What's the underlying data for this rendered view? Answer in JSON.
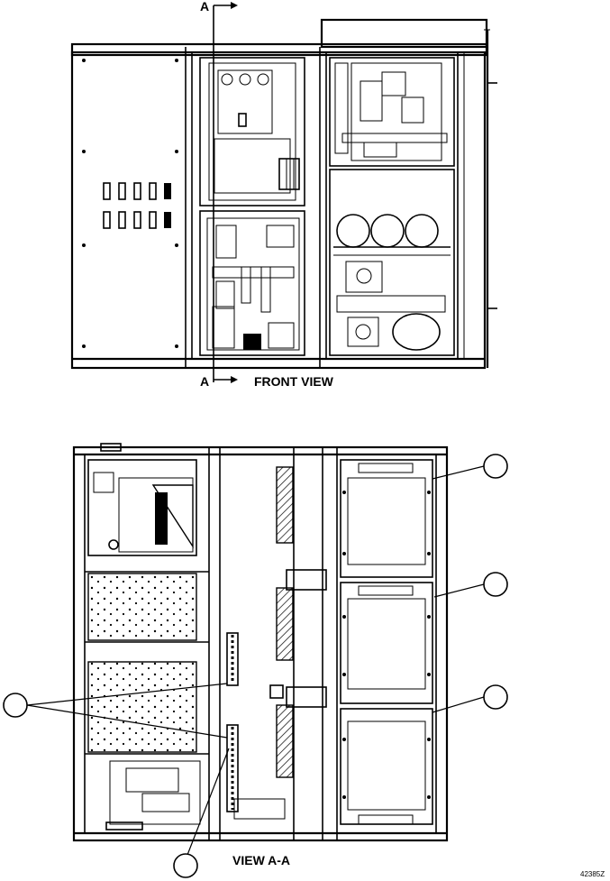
{
  "labels": {
    "section_top": "A",
    "section_bottom": "A",
    "front_view": "FRONT VIEW",
    "view_aa": "VIEW A-A",
    "drawing_number": "42385Z"
  },
  "callouts": [
    "",
    "",
    "",
    "",
    ""
  ]
}
